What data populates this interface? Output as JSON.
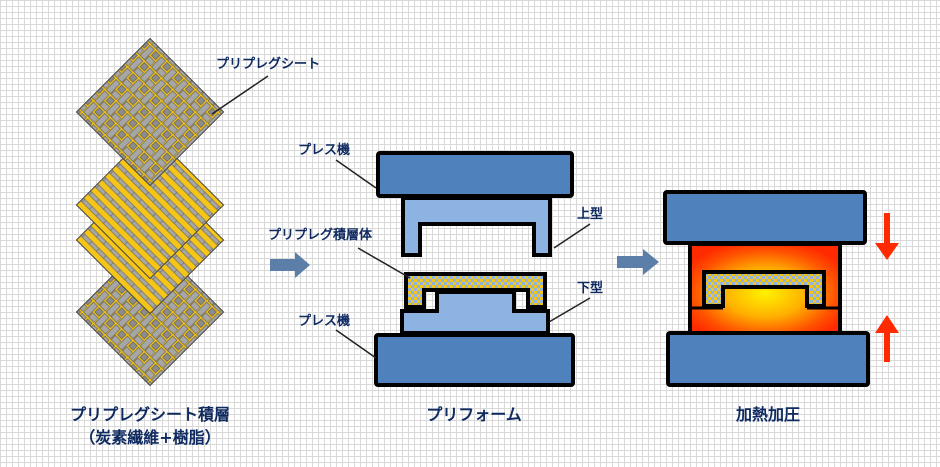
{
  "labels": {
    "prepreg_sheet": "プリプレグシート",
    "press_top": "プレス機",
    "prepreg_laminate": "プリプレグ積層体",
    "upper_mold": "上型",
    "lower_mold": "下型",
    "press_bottom": "プレス機"
  },
  "captions": {
    "step1_line1": "プリプレグシート積層",
    "step1_line2": "（炭素繊維+樹脂）",
    "step2": "プリフォーム",
    "step3": "加熱加圧"
  },
  "colors": {
    "plate": "#4f81bd",
    "mold": "#8db3e2",
    "fiber_yellow": "#f5c518",
    "fiber_gray": "#a6a6a6",
    "heat_red": "#ff2a00",
    "heat_yellow": "#ffd400",
    "arrow_blue": "#5b7fa8",
    "arrow_red": "#ff2a00",
    "text": "#0f2a60"
  }
}
